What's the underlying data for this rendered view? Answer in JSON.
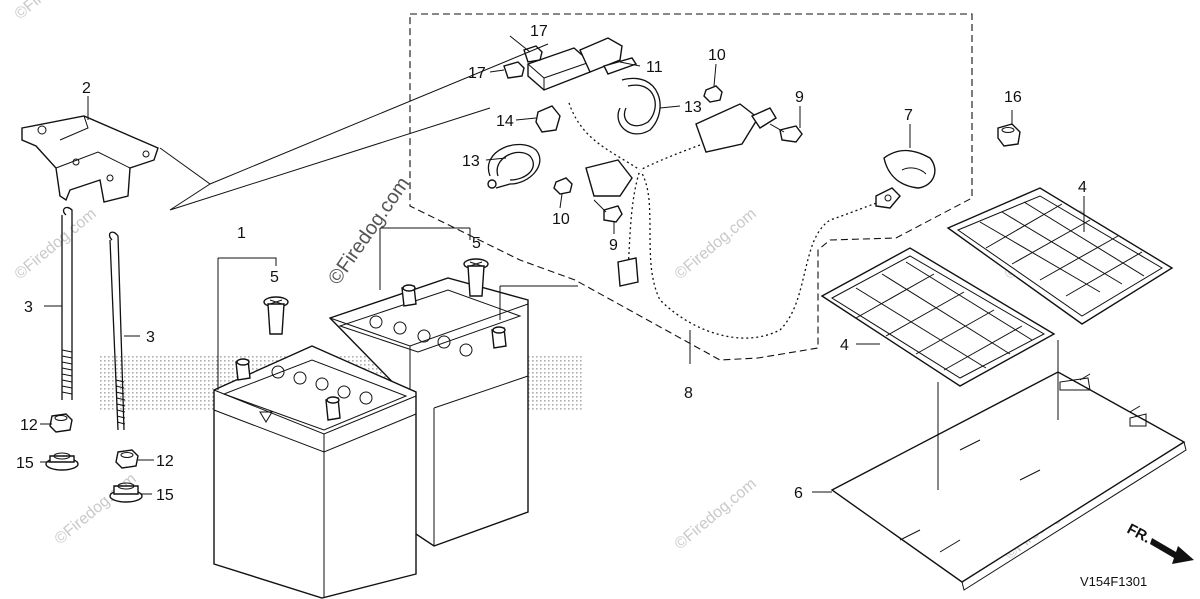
{
  "diagram": {
    "code": "V154F1301",
    "front_marker": "FR.",
    "watermark": "©Firedog.com",
    "callouts": {
      "c1": "1",
      "c2": "2",
      "c3a": "3",
      "c3b": "3",
      "c4a": "4",
      "c4b": "4",
      "c5a": "5",
      "c5b": "5",
      "c6": "6",
      "c7": "7",
      "c8": "8",
      "c9a": "9",
      "c9b": "9",
      "c10a": "10",
      "c10b": "10",
      "c11": "11",
      "c12a": "12",
      "c12b": "12",
      "c13a": "13",
      "c13b": "13",
      "c14": "14",
      "c15a": "15",
      "c15b": "15",
      "c16": "16",
      "c17a": "17",
      "c17b": "17"
    }
  }
}
